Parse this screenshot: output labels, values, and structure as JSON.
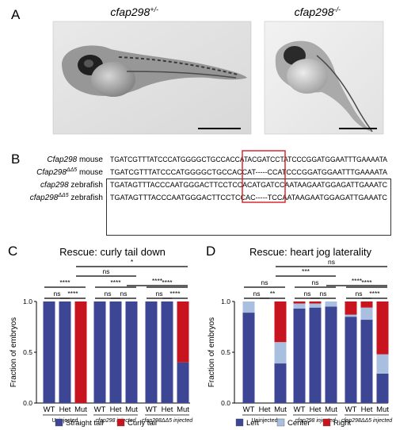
{
  "panel_a": {
    "letter": "A",
    "left_label": {
      "gene": "cfap298",
      "superscript": "+/-"
    },
    "right_label": {
      "gene": "cfap298",
      "superscript": "-/-"
    }
  },
  "panel_b": {
    "letter": "B",
    "rows": [
      {
        "gene": "Cfap298",
        "sup": "",
        "species": "mouse",
        "gene_italic": true,
        "seq_before": "TGATCGTTTATCCCATGGGGCTGCCACCA",
        "seq_box": "TACGATCCT",
        "seq_after": "ATCCCGGATGGAATTTGAAAATA"
      },
      {
        "gene": "Cfap298",
        "sup": "ΔΔ5",
        "species": "mouse",
        "gene_italic": true,
        "seq_before": "TGATCGTTTATCCCATGGGGCTGCCACCA",
        "seq_box": "T-----C",
        "seq_after": "CATCCCGGATGGAATTTGAAAATA"
      },
      {
        "gene": "cfap298",
        "sup": "",
        "species": "zebrafish",
        "gene_italic": true,
        "seq_before": "TGATAGTTTACCCAATGGGACTTCCTCCA",
        "seq_box": "CATGATCCA",
        "seq_after": "ATAAGAATGGAGATTGAAATC"
      },
      {
        "gene": "cfap298",
        "sup": "ΔΔ5",
        "species": "zebrafish",
        "gene_italic": true,
        "seq_before": "TGATAGTTTACCCAATGGGACTTCCTCCA",
        "seq_box": "C-----TCCA",
        "seq_after": "ATAAGAATGGAGATTGAAATC"
      }
    ]
  },
  "panel_c": {
    "letter": "C",
    "title": "Rescue: curly tail down",
    "y_label": "Fraction of embryos",
    "y_ticks": [
      "0.0",
      "0.5",
      "1.0"
    ],
    "bar_labels": [
      "WT",
      "Het",
      "Mut",
      "WT",
      "Het",
      "Mut",
      "WT",
      "Het",
      "Mut"
    ],
    "group_labels": [
      "Uninjected",
      "cfap298 injected",
      "cfap298ΔΔ5 injected"
    ],
    "bracket_labels": {
      "u_wt_het": "ns",
      "u_het_mut": "****",
      "u_wt_mut": "****",
      "c_wt_het": "ns",
      "c_het_mut": "ns",
      "c_wt_mut": "****",
      "d_wt_het": "ns",
      "d_het_mut": "****",
      "d_wt_mut": "****",
      "umut_cmut": "ns",
      "cmut_dmut": "****",
      "umut_dmut": "*"
    },
    "legend": [
      "Straight tail",
      "Curly tail"
    ]
  },
  "panel_d": {
    "letter": "D",
    "title": "Rescue: heart jog laterality",
    "y_label": "Fraction of embryos",
    "y_ticks": [
      "0.0",
      "0.5",
      "1.0"
    ],
    "bar_labels": [
      "WT",
      "Het",
      "Mut",
      "WT",
      "Het",
      "Mut",
      "WT",
      "Het",
      "Mut"
    ],
    "group_labels": [
      "Uninjected",
      "cfap298 injected",
      "cfap298ΔΔ5 injected"
    ],
    "bracket_labels": {
      "u_wt_het": "ns",
      "u_het_mut": "**",
      "u_wt_mut": "ns",
      "c_wt_het": "ns",
      "c_het_mut": "ns",
      "c_wt_mut": "ns",
      "d_wt_het": "ns",
      "d_het_mut": "****",
      "d_wt_mut": "****",
      "umut_cmut": "***",
      "cmut_dmut": "****",
      "umut_dmut": "ns"
    },
    "legend": [
      "Left",
      "Center",
      "Right"
    ]
  },
  "colors": {
    "straight": "#3d4595",
    "curly": "#c8141e",
    "left": "#3d4595",
    "center": "#a9bfe0",
    "right": "#c8141e"
  },
  "chart_data": [
    {
      "type": "bar",
      "stacked": true,
      "title": "Rescue: curly tail down",
      "ylabel": "Fraction of embryos",
      "ylim": [
        0,
        1
      ],
      "categories": [
        "WT",
        "Het",
        "Mut",
        "WT",
        "Het",
        "Mut",
        "WT",
        "Het",
        "Mut"
      ],
      "groups": [
        "Uninjected",
        "cfap298 injected",
        "cfap298ΔΔ5 injected"
      ],
      "series": [
        {
          "name": "Straight tail",
          "values": [
            1.0,
            1.0,
            0.0,
            1.0,
            1.0,
            1.0,
            1.0,
            1.0,
            0.4
          ]
        },
        {
          "name": "Curly tail",
          "values": [
            0.0,
            0.0,
            1.0,
            0.0,
            0.0,
            0.0,
            0.0,
            0.0,
            0.6
          ]
        }
      ],
      "legend": "bottom"
    },
    {
      "type": "bar",
      "stacked": true,
      "title": "Rescue: heart jog laterality",
      "ylabel": "Fraction of embryos",
      "ylim": [
        0,
        1
      ],
      "categories": [
        "WT",
        "Het",
        "Mut",
        "WT",
        "Het",
        "Mut",
        "WT",
        "Het",
        "Mut"
      ],
      "groups": [
        "Uninjected",
        "cfap298 injected",
        "cfap298ΔΔ5 injected"
      ],
      "series": [
        {
          "name": "Left",
          "values": [
            0.89,
            0.0,
            0.39,
            0.93,
            0.94,
            0.95,
            0.85,
            0.82,
            0.29
          ]
        },
        {
          "name": "Center",
          "values": [
            0.11,
            0.0,
            0.21,
            0.05,
            0.04,
            0.05,
            0.02,
            0.12,
            0.19
          ]
        },
        {
          "name": "Right",
          "values": [
            0.0,
            0.0,
            0.4,
            0.02,
            0.02,
            0.0,
            0.13,
            0.06,
            0.52
          ]
        }
      ],
      "legend": "bottom"
    }
  ]
}
